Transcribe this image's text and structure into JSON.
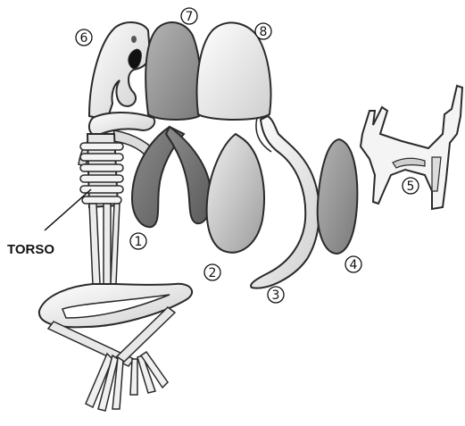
{
  "torso_label": "TORSO",
  "markers": {
    "m1": "1",
    "m2": "2",
    "m3": "3",
    "m4": "4",
    "m5": "5",
    "m6": "6",
    "m7": "7",
    "m8": "8"
  },
  "colors": {
    "outline": "#2a2a2a",
    "bone": "#f2f2f2",
    "shade_light": "#c9c9c9",
    "shade_mid": "#9a9a9a",
    "shade_dark": "#6e6e6e"
  }
}
